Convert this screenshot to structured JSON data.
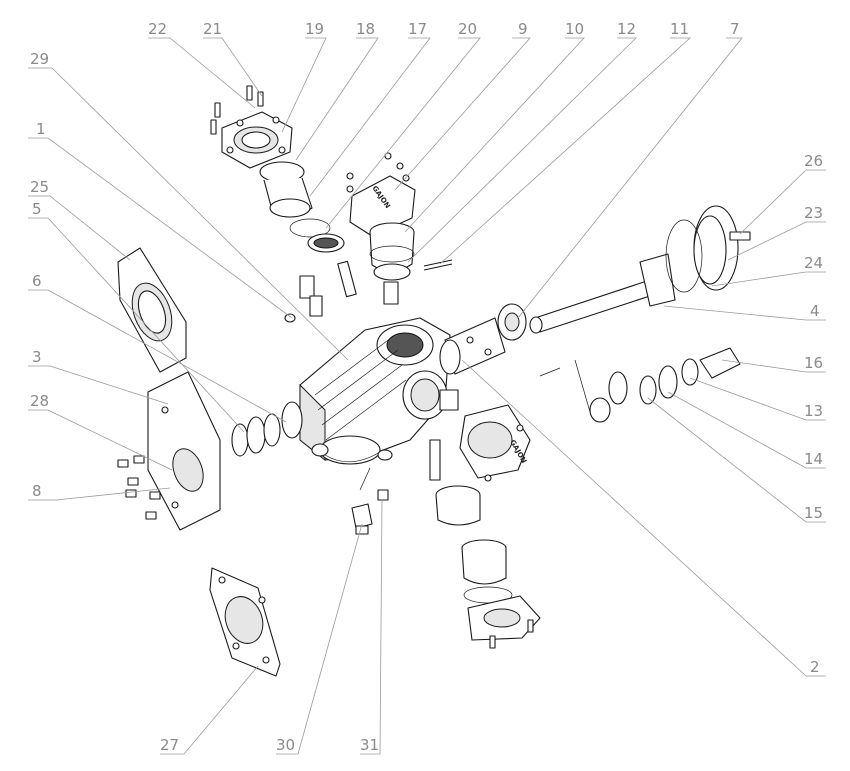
{
  "brand_mark": "GAJON",
  "callouts": [
    {
      "id": "c22",
      "label": "22"
    },
    {
      "id": "c21",
      "label": "21"
    },
    {
      "id": "c19",
      "label": "19"
    },
    {
      "id": "c18",
      "label": "18"
    },
    {
      "id": "c17",
      "label": "17"
    },
    {
      "id": "c20",
      "label": "20"
    },
    {
      "id": "c9",
      "label": "9"
    },
    {
      "id": "c10",
      "label": "10"
    },
    {
      "id": "c12",
      "label": "12"
    },
    {
      "id": "c11",
      "label": "11"
    },
    {
      "id": "c7",
      "label": "7"
    },
    {
      "id": "c29",
      "label": "29"
    },
    {
      "id": "c1",
      "label": "1"
    },
    {
      "id": "c25",
      "label": "25"
    },
    {
      "id": "c5",
      "label": "5"
    },
    {
      "id": "c6",
      "label": "6"
    },
    {
      "id": "c3",
      "label": "3"
    },
    {
      "id": "c28",
      "label": "28"
    },
    {
      "id": "c8",
      "label": "8"
    },
    {
      "id": "c26",
      "label": "26"
    },
    {
      "id": "c23",
      "label": "23"
    },
    {
      "id": "c24",
      "label": "24"
    },
    {
      "id": "c4",
      "label": "4"
    },
    {
      "id": "c16",
      "label": "16"
    },
    {
      "id": "c13",
      "label": "13"
    },
    {
      "id": "c14",
      "label": "14"
    },
    {
      "id": "c15",
      "label": "15"
    },
    {
      "id": "c2",
      "label": "2"
    },
    {
      "id": "c27",
      "label": "27"
    },
    {
      "id": "c30",
      "label": "30"
    },
    {
      "id": "c31",
      "label": "31"
    }
  ]
}
